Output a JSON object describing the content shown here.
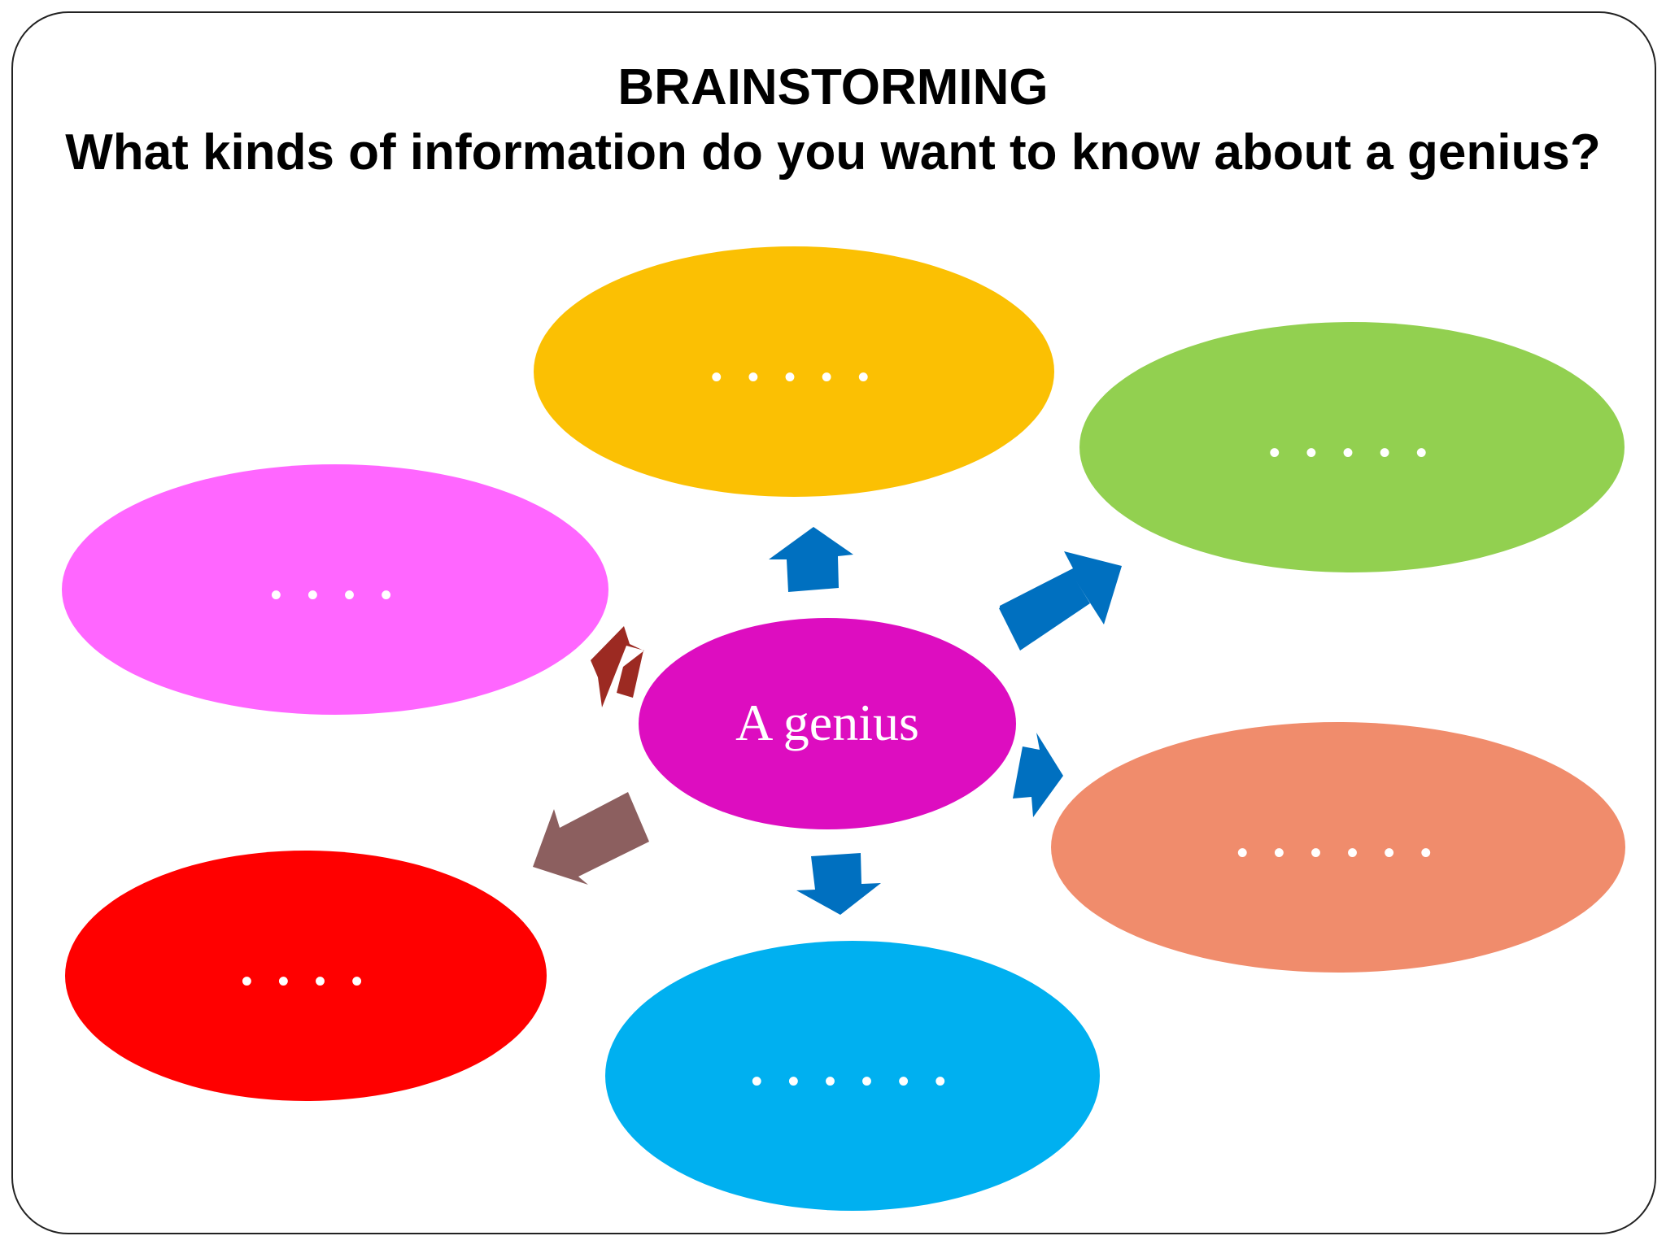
{
  "title": {
    "line1": "BRAINSTORMING",
    "line2": "What kinds of information do you want to know about a genius?"
  },
  "center": {
    "label": "A genius",
    "color": "#dd0dc0",
    "text_color": "#ffffff"
  },
  "nodes": [
    {
      "id": "top",
      "label": "• • • • •",
      "color": "#fbc003"
    },
    {
      "id": "top-right",
      "label": "• • • • •",
      "color": "#92d050"
    },
    {
      "id": "left",
      "label": "• • • •",
      "color": "#ff66ff"
    },
    {
      "id": "right",
      "label": "• • • • • •",
      "color": "#f08c6c"
    },
    {
      "id": "bottom-left",
      "label": "• • • •",
      "color": "#ff0000"
    },
    {
      "id": "bottom",
      "label": "• • • • • •",
      "color": "#00b0f0"
    }
  ],
  "arrow_colors": {
    "blue": "#0070c0",
    "dark_red": "#9c2a22",
    "taupe": "#8c5f5f"
  }
}
